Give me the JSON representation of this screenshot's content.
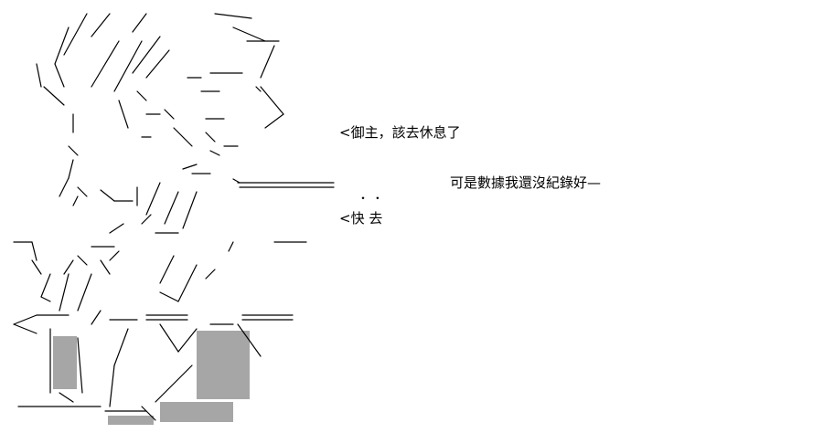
{
  "dialogue": {
    "line1": "<御主，該去休息了",
    "line2": "可是數據我還沒紀錄好—",
    "line3": "<快 去",
    "emphasis_dots": "・ ・"
  },
  "art": {
    "name": "ascii-art-character"
  }
}
